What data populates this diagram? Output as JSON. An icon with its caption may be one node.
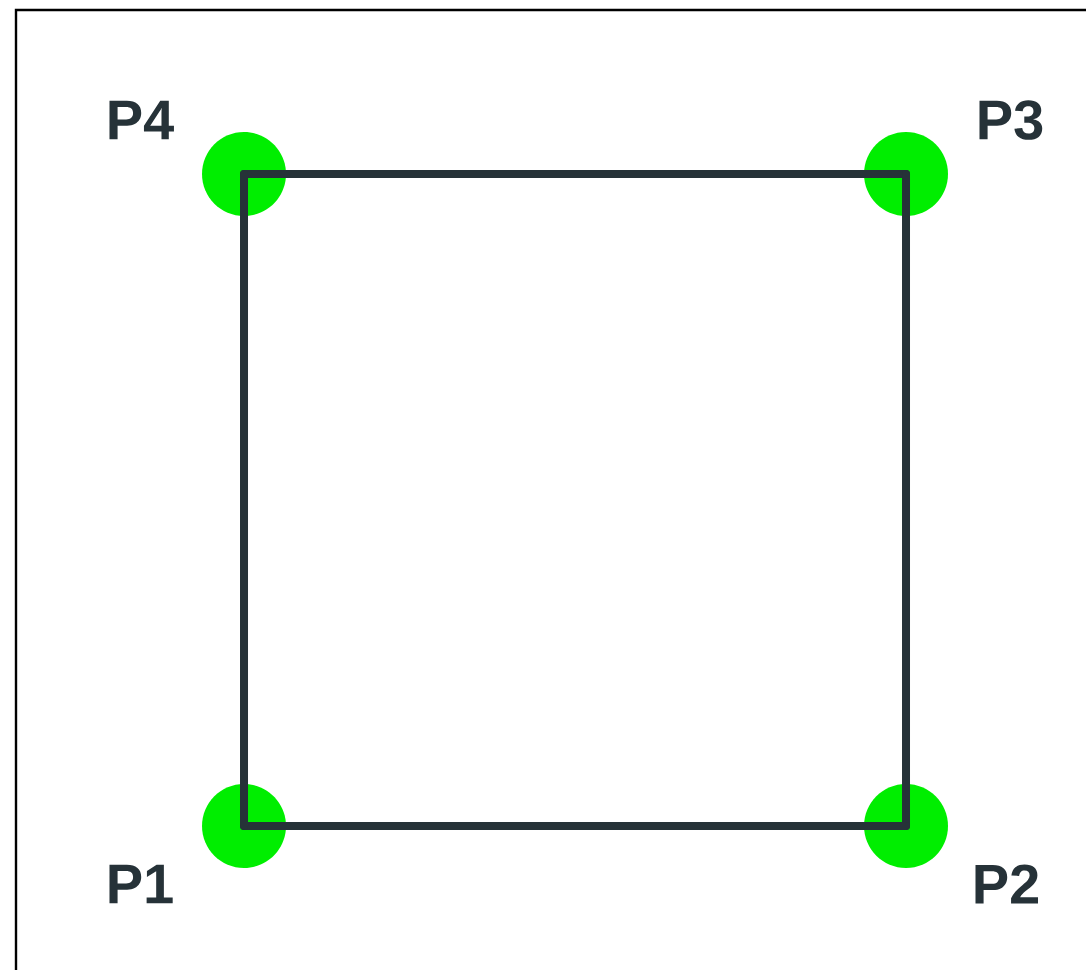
{
  "diagram": {
    "nodes": [
      {
        "text": [],
        "shape": "circle",
        "beside": [
          "P4"
        ]
      },
      {
        "text": [],
        "shape": "circle",
        "beside": [
          "P3"
        ]
      },
      {
        "text": [],
        "shape": "circle",
        "beside": [
          "P1"
        ]
      },
      {
        "text": [],
        "shape": "circle",
        "beside": [
          "P2"
        ]
      }
    ],
    "edges": [
      {
        "from": 0,
        "to": 1,
        "arrow": "none"
      },
      {
        "from": 1,
        "to": 3,
        "arrow": "none"
      },
      {
        "from": 3,
        "to": 2,
        "arrow": "none"
      },
      {
        "from": 2,
        "to": 0,
        "arrow": "none"
      }
    ]
  }
}
